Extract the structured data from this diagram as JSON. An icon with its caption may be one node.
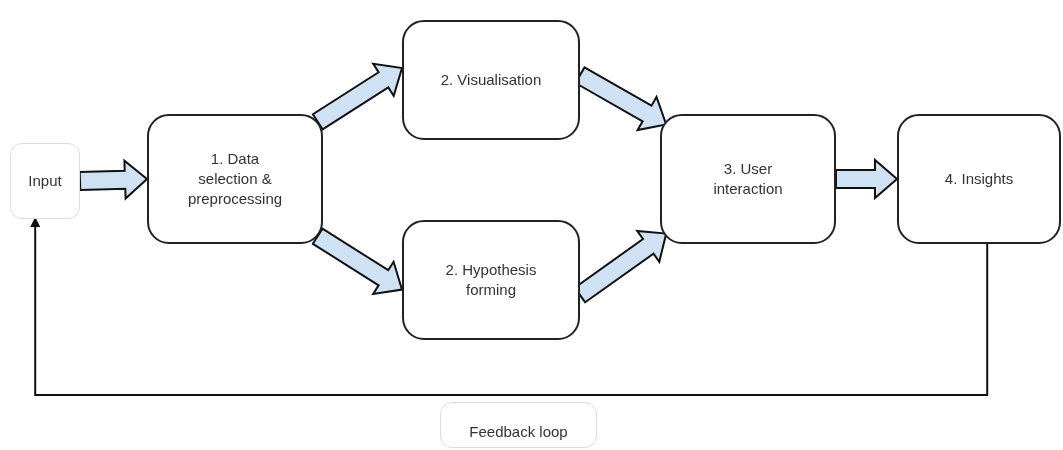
{
  "diagram": {
    "nodes": [
      {
        "text": [
          "Input"
        ]
      },
      {
        "text": [
          "1. Data selection & preprocessing"
        ]
      },
      {
        "text": [
          "2. Visualisation"
        ]
      },
      {
        "text": [
          "2. Hypothesis forming"
        ]
      },
      {
        "text": [
          "3. User interaction"
        ]
      },
      {
        "text": [
          "4. Insights"
        ]
      }
    ],
    "edges": [
      {
        "from": 0,
        "to": 1,
        "arrow": "to",
        "style": "thick"
      },
      {
        "from": 1,
        "to": 2,
        "arrow": "to",
        "style": "thick"
      },
      {
        "from": 1,
        "to": 3,
        "arrow": "to",
        "style": "thick"
      },
      {
        "from": 2,
        "to": 4,
        "arrow": "to",
        "style": "thick"
      },
      {
        "from": 3,
        "to": 4,
        "arrow": "to",
        "style": "thick"
      },
      {
        "from": 4,
        "to": 5,
        "arrow": "to",
        "style": "thick"
      },
      {
        "from": 5,
        "to": 0,
        "arrow": "to",
        "label": "Feedback loop"
      }
    ]
  }
}
